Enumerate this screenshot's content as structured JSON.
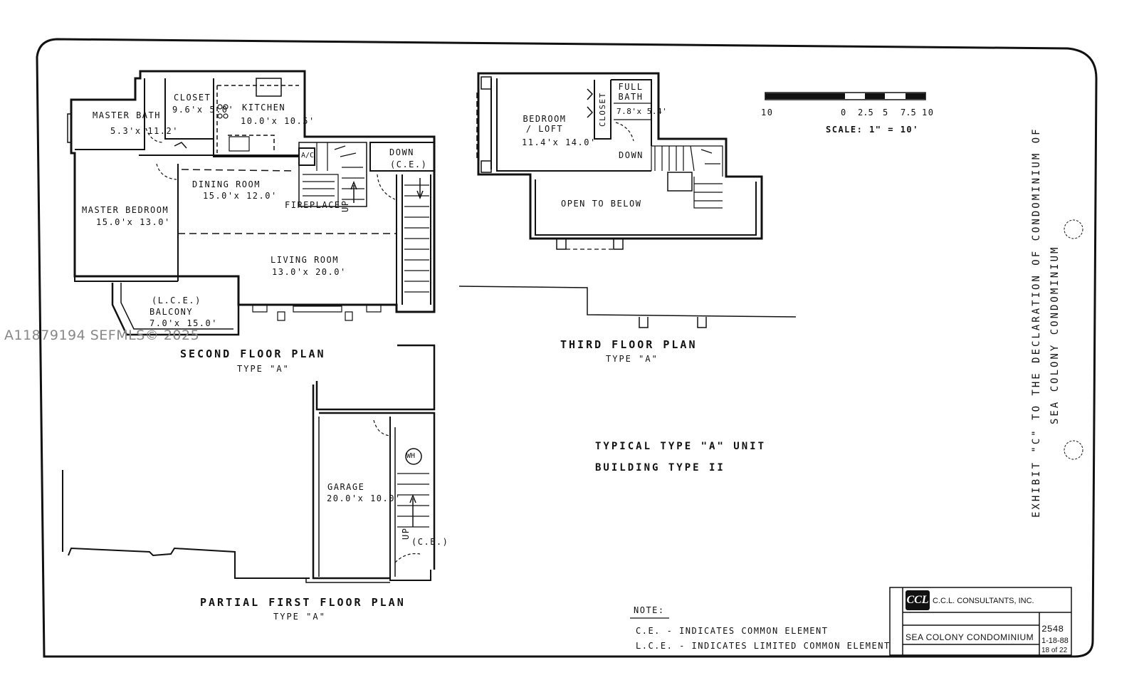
{
  "watermark": "A11879194  SEFMLS© 2025",
  "exhibit_title": "EXHIBIT \"C\" TO THE DECLARATION OF CONDOMINIUM OF",
  "exhibit_subtitle": "SEA COLONY CONDOMINIUM",
  "second_floor": {
    "title": "SECOND FLOOR PLAN",
    "type": "TYPE \"A\"",
    "rooms": {
      "master_bath": {
        "name": "MASTER BATH",
        "dim": "5.3'x 11.2'"
      },
      "closet": {
        "name": "CLOSET",
        "dim": "9.6'x 5.0'"
      },
      "kitchen": {
        "name": "KITCHEN",
        "dim": "10.0'x 10.5'"
      },
      "dining": {
        "name": "DINING ROOM",
        "dim": "15.0'x 12.0'"
      },
      "master_bedroom": {
        "name": "MASTER BEDROOM",
        "dim": "15.0'x 13.0'"
      },
      "living": {
        "name": "LIVING ROOM",
        "dim": "13.0'x 20.0'"
      },
      "balcony": {
        "tag": "(L.C.E.)",
        "name": "BALCONY",
        "dim": "7.0'x 15.0'"
      }
    },
    "fireplace": "FIREPLACE",
    "ac": "A/C",
    "up": "UP",
    "down": "DOWN",
    "ce": "(C.E.)"
  },
  "third_floor": {
    "title": "THIRD FLOOR PLAN",
    "type": "TYPE \"A\"",
    "bedroom": {
      "name": "BEDROOM / LOFT",
      "dim": "11.4'x 14.0'"
    },
    "closet": "CLOSET",
    "full_bath": {
      "name": "FULL BATH",
      "dim": "7.8'x 5.4'"
    },
    "down": "DOWN",
    "open": "OPEN TO BELOW"
  },
  "first_floor": {
    "title": "PARTIAL FIRST FLOOR PLAN",
    "type": "TYPE \"A\"",
    "garage": {
      "name": "GARAGE",
      "dim": "20.0'x 10.0'"
    },
    "wh": "WH",
    "up": "UP",
    "ce": "(C.E.)"
  },
  "scale": {
    "ticks": [
      "10",
      "0",
      "2.5",
      "5",
      "7.5",
      "10"
    ],
    "label": "SCALE: 1\" = 10'"
  },
  "unit_caption": "TYPICAL TYPE \"A\" UNIT",
  "building_caption": "BUILDING TYPE II",
  "notes": {
    "heading": "NOTE:",
    "ce": "C.E.  -  INDICATES COMMON ELEMENT",
    "lce": "L.C.E.  -  INDICATES LIMITED COMMON ELEMENT"
  },
  "title_block": {
    "logo": "CCL",
    "firm": "C.C.L. CONSULTANTS, INC.",
    "project": "SEA COLONY CONDOMINIUM",
    "job_no": "2548",
    "date": "1-18-88",
    "sheet": "18 of 22"
  }
}
